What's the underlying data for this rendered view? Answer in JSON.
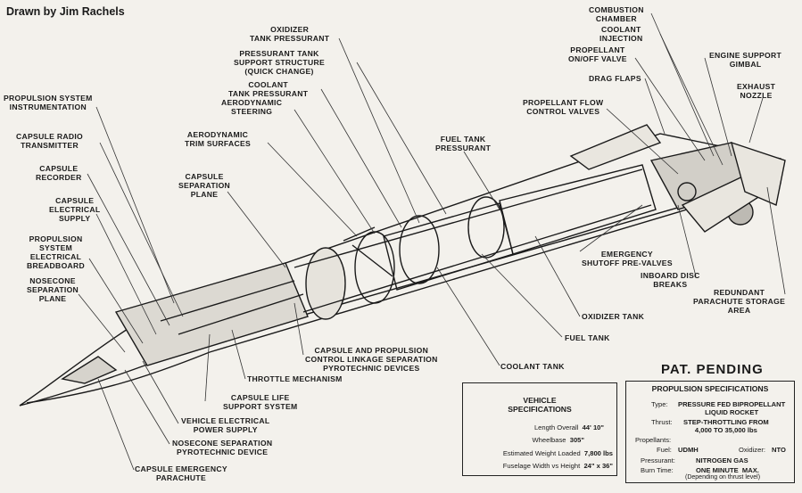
{
  "credit": "Drawn by Jim Rachels",
  "patent": "PAT. PENDING",
  "labels": {
    "combustion_chamber": "COMBUSTION\nCHAMBER",
    "coolant_injection": "COOLANT\nINJECTION",
    "oxidizer_tank_pressurant": "OXIDIZER\nTANK PRESSURANT",
    "propellant_onoff_valve": "PROPELLANT\nON/OFF VALVE",
    "engine_support_gimbal": "ENGINE SUPPORT\nGIMBAL",
    "pressurant_tank_support": "PRESSURANT TANK\nSUPPORT STRUCTURE\n(Quick Change)",
    "drag_flaps": "DRAG FLAPS",
    "exhaust_nozzle": "EXHAUST\nNOZZLE",
    "coolant_tank_pressurant": "COOLANT\nTANK PRESSURANT",
    "propulsion_system_instrumentation": "PROPULSION SYSTEM\nINSTRUMENTATION",
    "aerodynamic_steering": "AERODYNAMIC\nSTEERING",
    "propellant_flow_control_valves": "PROPELLANT FLOW\nCONTROL VALVES",
    "capsule_radio_transmitter": "CAPSULE RADIO\nTRANSMITTER",
    "aerodynamic_trim_surfaces": "AERODYNAMIC\nTRIM SURFACES",
    "fuel_tank_pressurant": "FUEL TANK\nPRESSURANT",
    "capsule_recorder": "CAPSULE\nRECORDER",
    "capsule_separation_plane": "CAPSULE\nSEPARATION\nPLANE",
    "capsule_electrical_supply": "CAPSULE\nELECTRICAL\nSUPPLY",
    "propulsion_system_electrical_breadboard": "PROPULSION\nSYSTEM\nELECTRICAL\nBREADBOARD",
    "emergency_shutoff_prevalves": "EMERGENCY\nSHUTOFF PRE-VALVES",
    "nosecone_separation_plane": "NOSECONE\nSEPARATION\nPLANE",
    "inboard_disc_breaks": "INBOARD DISC\nBREAKS",
    "redundant_parachute_storage_area": "REDUNDANT\nPARACHUTE STORAGE\nAREA",
    "oxidizer_tank": "OXIDIZER TANK",
    "fuel_tank": "FUEL TANK",
    "capsule_propulsion_control_linkage": "CAPSULE AND PROPULSION\nCONTROL LINKAGE SEPARATION\nPYROTECHNIC DEVICES",
    "coolant_tank": "COOLANT TANK",
    "throttle_mechanism": "THROTTLE MECHANISM",
    "capsule_life_support_system": "CAPSULE LIFE\nSUPPORT SYSTEM",
    "vehicle_electrical_power_supply": "VEHICLE ELECTRICAL\nPOWER SUPPLY",
    "nosecone_separation_pyrotechnic_device": "NOSECONE SEPARATION\nPYROTECHNIC DEVICE",
    "capsule_emergency_parachute": "CAPSULE EMERGENCY\nPARACHUTE"
  },
  "vehicle_specs": {
    "heading": "VEHICLE\nSPECIFICATIONS",
    "rows": [
      {
        "key": "Length Overall",
        "value": "44' 10\""
      },
      {
        "key": "Wheelbase",
        "value": "305\""
      },
      {
        "key": "Estimated Weight Loaded",
        "value": "7,800 lbs"
      },
      {
        "key": "Fuselage Width vs Height",
        "value": "24\" x 36\""
      }
    ]
  },
  "propulsion_specs": {
    "heading": "PROPULSION SPECIFICATIONS",
    "type_key": "Type:",
    "type_value": "PRESSURE FED BIPROPELLANT\nLIQUID ROCKET",
    "thrust_key": "Thrust:",
    "thrust_value": "STEP-THROTTLING FROM\n4,000 TO 35,000 lbs",
    "propellants_key": "Propellants:",
    "fuel_key": "Fuel:",
    "fuel_value": "UDMH",
    "oxidizer_key": "Oxidizer:",
    "oxidizer_value": "NTO",
    "pressurant_key": "Pressurant:",
    "pressurant_value": "NITROGEN GAS",
    "burn_key": "Burn Time:",
    "burn_value": "ONE MINUTE  MAX.",
    "burn_note": "(Depending on thrust level)"
  }
}
